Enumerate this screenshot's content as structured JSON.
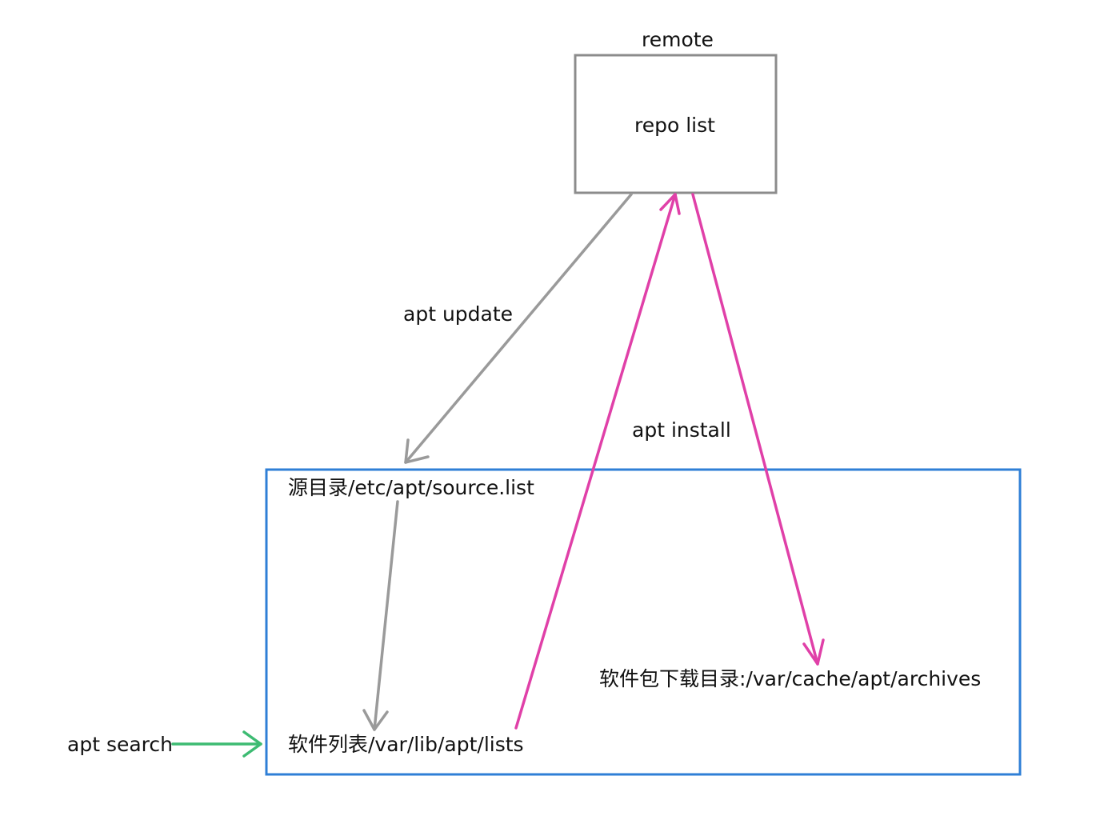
{
  "remote": {
    "caption": "remote",
    "box_label": "repo list"
  },
  "local": {
    "source_list": "源目录/etc/apt/source.list",
    "package_lists": "软件列表/var/lib/apt/lists",
    "archives": "软件包下载目录:/var/cache/apt/archives"
  },
  "commands": {
    "update": "apt update",
    "install": "apt install",
    "search": "apt search"
  },
  "colors": {
    "remote_box": "#8c8c8c",
    "local_box": "#2f7fd6",
    "update_arrows": "#9a9a9a",
    "install_arrows": "#e040a8",
    "search_arrow": "#3dbb72"
  }
}
